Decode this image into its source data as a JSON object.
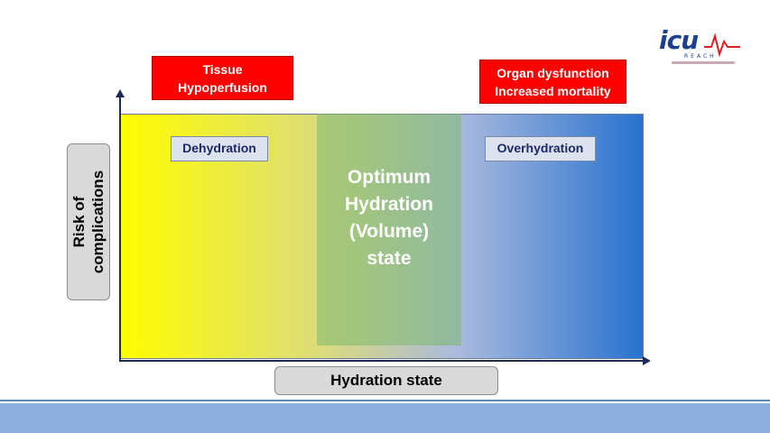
{
  "logo": {
    "text": "icu",
    "subtext": "REACH",
    "icon": "heartbeat-icon"
  },
  "boxes": {
    "tissue": [
      "Tissue",
      "Hypoperfusion"
    ],
    "organ": [
      "Organ dysfunction",
      "Increased mortality"
    ]
  },
  "zones": {
    "dehydration": "Dehydration",
    "overhydration": "Overhydration",
    "optimum": [
      "Optimum",
      "Hydration",
      "(Volume)",
      "state"
    ]
  },
  "axes": {
    "y_label": [
      "Risk of",
      "complications"
    ],
    "x_label": "Hydration state"
  },
  "colors": {
    "alert_box": "#ff0000",
    "gradient_left": "#fffd00",
    "gradient_right": "#2872cf",
    "optimum_zone": "#7eba6e",
    "footer": "#8eb0de"
  }
}
